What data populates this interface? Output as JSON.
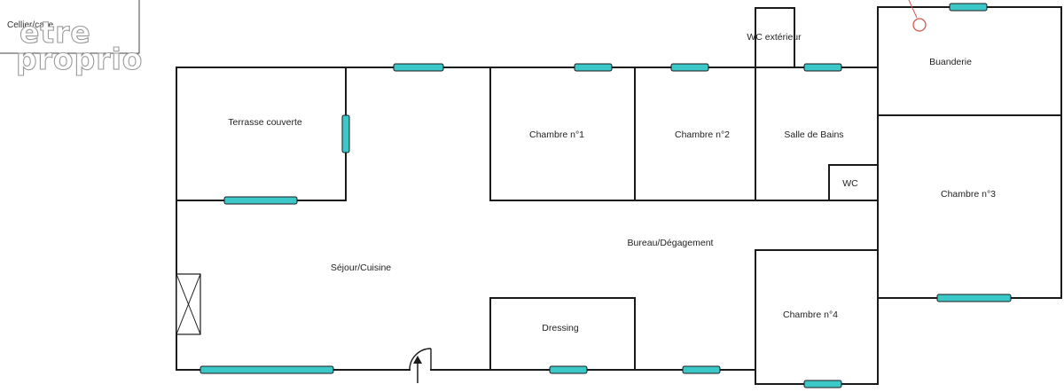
{
  "colors": {
    "wall": "#1a1a1a",
    "window": "#3cc8c8",
    "marker": "#d9534f",
    "background": "#ffffff"
  },
  "watermark": {
    "line1": "etre",
    "line2": "proprio"
  },
  "corner_label": "Cellier/cave",
  "rooms": {
    "terrasse": "Terrasse couverte",
    "chambre1": "Chambre n°1",
    "chambre2": "Chambre n°2",
    "salle_de_bains": "Salle de Bains",
    "wc_exterieur": "WC extérieur",
    "buanderie": "Buanderie",
    "wc": "WC",
    "chambre3": "Chambre n°3",
    "bureau": "Bureau/Dégagement",
    "sejour": "Séjour/Cuisine",
    "dressing": "Dressing",
    "chambre4": "Chambre n°4"
  },
  "icons": {
    "entrance": "entrance-arrow-icon",
    "chimney": "chimney-icon",
    "marker": "circle-marker-icon"
  }
}
